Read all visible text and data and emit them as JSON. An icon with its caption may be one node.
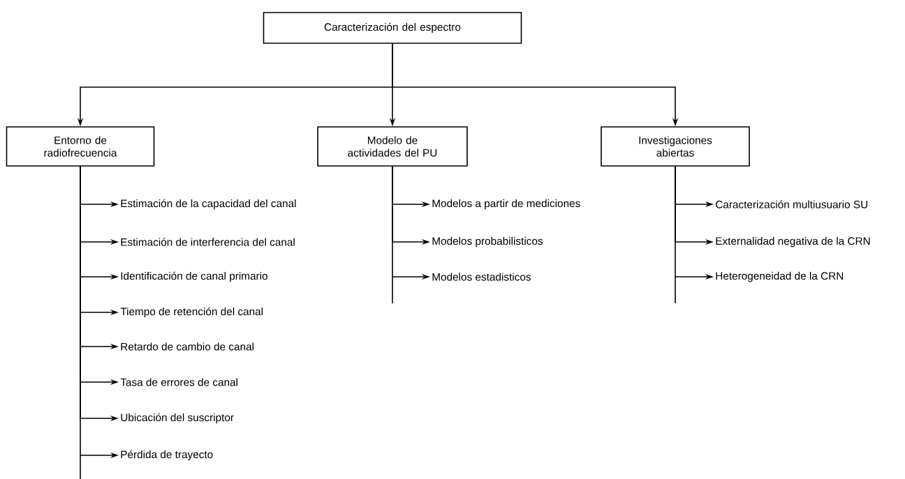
{
  "diagram": {
    "nodes": [
      {
        "text": [
          "Caracterización del espectro"
        ]
      },
      {
        "text": [
          "Entorno de radiofrecuencia"
        ]
      },
      {
        "text": [
          "Modelo de actividades del PU"
        ]
      },
      {
        "text": [
          "Investigaciones abiertas"
        ]
      },
      {
        "text": [
          "Estimación de la capacidad del canal"
        ]
      },
      {
        "text": [
          "Estimación de interferencia del canal"
        ]
      },
      {
        "text": [
          "Identificación de canal primario"
        ]
      },
      {
        "text": [
          "Tiempo de retención del canal"
        ]
      },
      {
        "text": [
          "Retardo de cambio de canal"
        ]
      },
      {
        "text": [
          "Tasa de errores de canal"
        ]
      },
      {
        "text": [
          "Ubicación del suscriptor"
        ]
      },
      {
        "text": [
          "Pérdida de trayecto"
        ]
      },
      {
        "text": [
          "Modelos a partir de mediciones"
        ]
      },
      {
        "text": [
          "Modelos probabilisticos"
        ]
      },
      {
        "text": [
          "Modelos estadisticos"
        ]
      },
      {
        "text": [
          "Caracterización multiusuario SU"
        ]
      },
      {
        "text": [
          "Externalidad negativa de la CRN"
        ]
      },
      {
        "text": [
          "Heterogeneidad de la CRN"
        ]
      }
    ],
    "edges": [
      {
        "from": 0,
        "to": 1,
        "arrow": "to"
      },
      {
        "from": 0,
        "to": 2,
        "arrow": "to"
      },
      {
        "from": 0,
        "to": 3,
        "arrow": "to"
      },
      {
        "from": 1,
        "to": 4,
        "arrow": "to"
      },
      {
        "from": 1,
        "to": 5,
        "arrow": "to"
      },
      {
        "from": 1,
        "to": 6,
        "arrow": "to"
      },
      {
        "from": 1,
        "to": 7,
        "arrow": "to"
      },
      {
        "from": 1,
        "to": 8,
        "arrow": "to"
      },
      {
        "from": 1,
        "to": 9,
        "arrow": "to"
      },
      {
        "from": 1,
        "to": 10,
        "arrow": "to"
      },
      {
        "from": 1,
        "to": 11,
        "arrow": "to"
      },
      {
        "from": 2,
        "to": 12,
        "arrow": "to"
      },
      {
        "from": 2,
        "to": 13,
        "arrow": "to"
      },
      {
        "from": 2,
        "to": 14,
        "arrow": "to"
      },
      {
        "from": 3,
        "to": 15,
        "arrow": "to"
      },
      {
        "from": 3,
        "to": 16,
        "arrow": "to"
      },
      {
        "from": 3,
        "to": 17,
        "arrow": "to"
      }
    ]
  }
}
